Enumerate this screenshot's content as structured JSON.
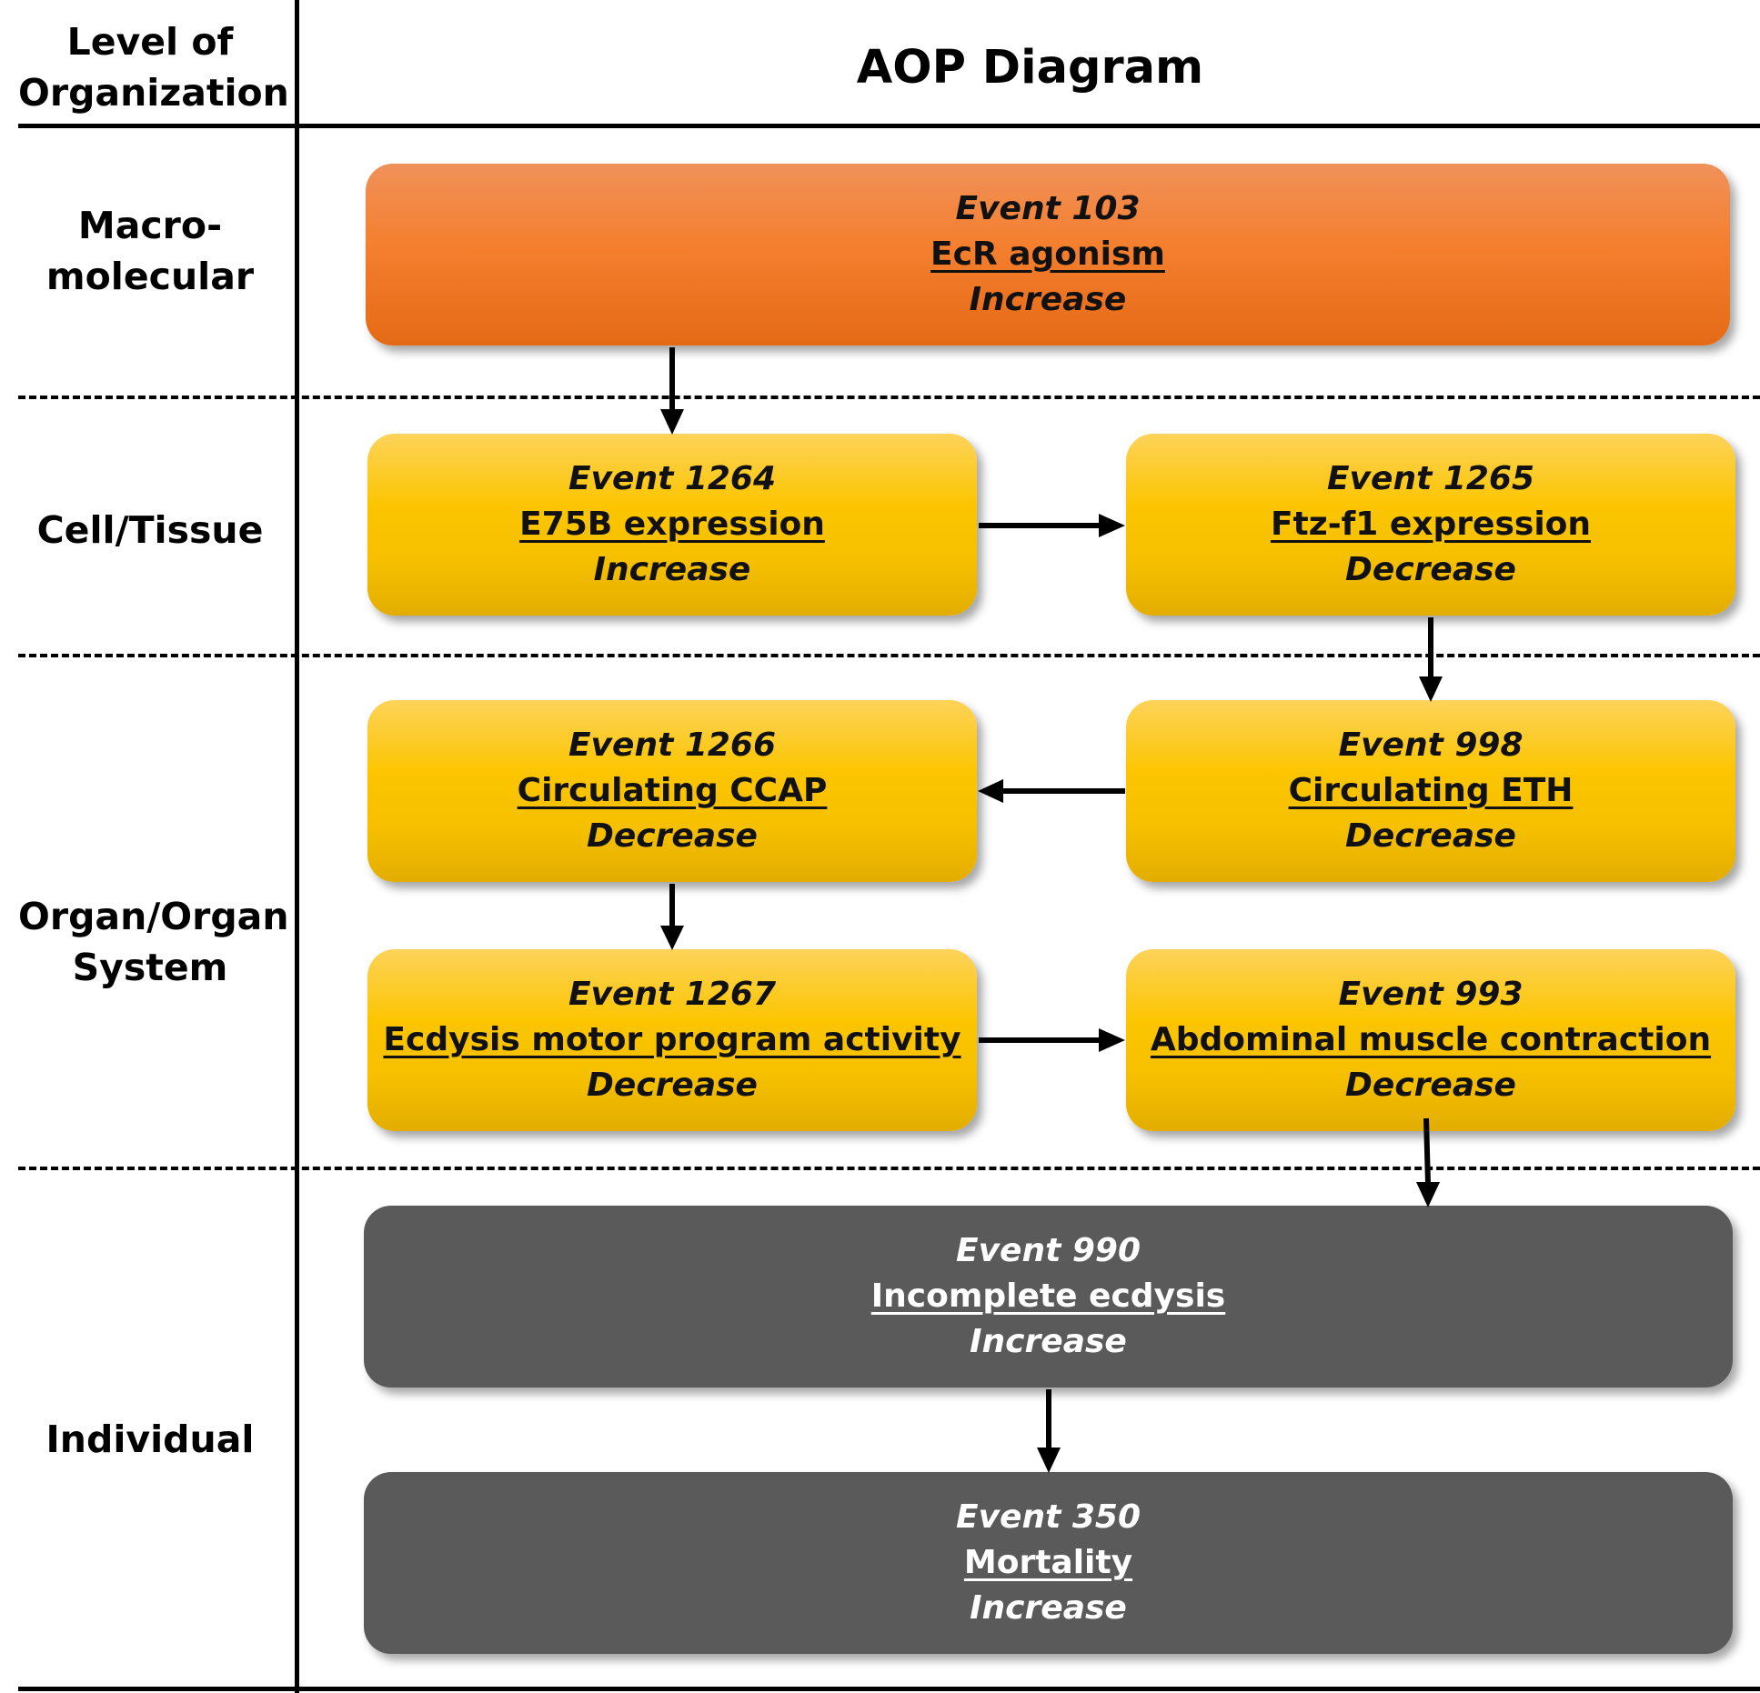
{
  "header": {
    "level_line1": "Level of",
    "level_line2": "Organization",
    "diagram_title": "AOP Diagram"
  },
  "levels": {
    "macro": [
      "Macro-",
      "molecular"
    ],
    "cell": [
      "Cell/Tissue"
    ],
    "organ": [
      "Organ/Organ",
      "System"
    ],
    "individual": [
      "Individual"
    ]
  },
  "events": {
    "e103": {
      "event": "Event 103",
      "name": "EcR agonism",
      "change": "Increase"
    },
    "e1264": {
      "event": "Event 1264",
      "name": "E75B expression",
      "change": "Increase"
    },
    "e1265": {
      "event": "Event 1265",
      "name": "Ftz-f1 expression",
      "change": "Decrease"
    },
    "e1266": {
      "event": "Event 1266",
      "name": "Circulating CCAP",
      "change": "Decrease"
    },
    "e998": {
      "event": "Event 998",
      "name": "Circulating ETH",
      "change": "Decrease"
    },
    "e1267": {
      "event": "Event 1267",
      "name": "Ecdysis motor program activity",
      "change": "Decrease"
    },
    "e993": {
      "event": "Event 993",
      "name": "Abdominal muscle contraction",
      "change": "Decrease"
    },
    "e990": {
      "event": "Event 990",
      "name": "Incomplete ecdysis",
      "change": "Increase"
    },
    "e350": {
      "event": "Event 350",
      "name": "Mortality",
      "change": "Increase"
    }
  },
  "colors": {
    "molecular_initiating_event": "#f47f2e",
    "key_event": "#fcc500",
    "adverse_outcome": "#5a5a5a"
  }
}
